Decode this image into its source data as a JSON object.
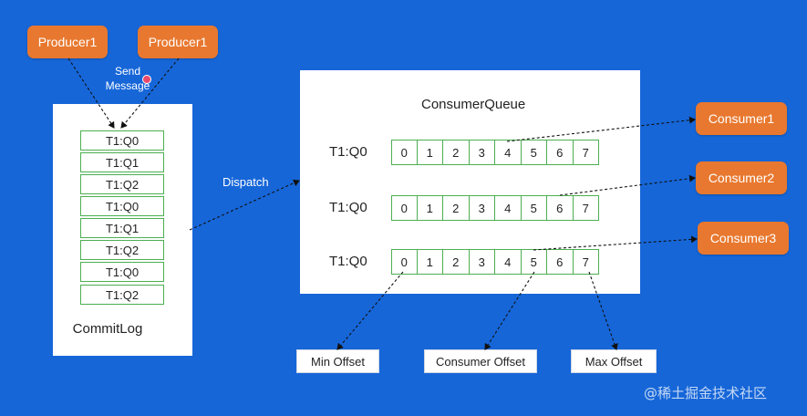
{
  "producers": [
    "Producer1",
    "Producer1"
  ],
  "send_message_label": "Send\nMessage",
  "commitlog": {
    "cells": [
      "T1:Q0",
      "T1:Q1",
      "T1:Q2",
      "T1:Q0",
      "T1:Q1",
      "T1:Q2",
      "T1:Q0",
      "T1:Q2"
    ],
    "label": "CommitLog"
  },
  "dispatch_label": "Dispatch",
  "consumer_queue": {
    "title": "ConsumerQueue",
    "rows": [
      {
        "label": "T1:Q0",
        "cells": [
          "0",
          "1",
          "2",
          "3",
          "4",
          "5",
          "6",
          "7"
        ]
      },
      {
        "label": "T1:Q0",
        "cells": [
          "0",
          "1",
          "2",
          "3",
          "4",
          "5",
          "6",
          "7"
        ]
      },
      {
        "label": "T1:Q0",
        "cells": [
          "0",
          "1",
          "2",
          "3",
          "4",
          "5",
          "6",
          "7"
        ]
      }
    ]
  },
  "consumers": [
    "Consumer1",
    "Consumer2",
    "Consumer3"
  ],
  "offsets": {
    "min": "Min Offset",
    "consumer": "Consumer Offset",
    "max": "Max Offset"
  },
  "watermark": "@稀土掘金技术社区",
  "colors": {
    "background": "#1666d8",
    "orange": "#e8782f",
    "cell_border": "#4caf50"
  }
}
